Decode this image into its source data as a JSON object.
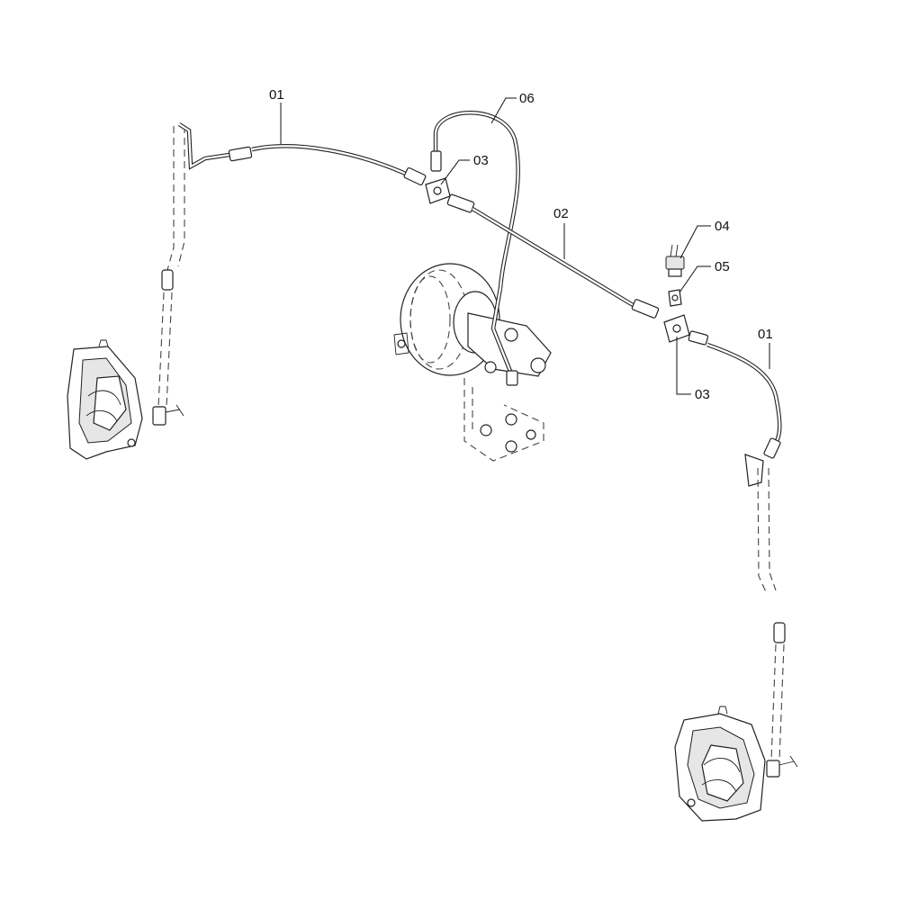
{
  "diagram": {
    "callouts": [
      {
        "id": "c01a",
        "label": "01"
      },
      {
        "id": "c06",
        "label": "06"
      },
      {
        "id": "c03a",
        "label": "03"
      },
      {
        "id": "c02",
        "label": "02"
      },
      {
        "id": "c04",
        "label": "04"
      },
      {
        "id": "c05",
        "label": "05"
      },
      {
        "id": "c01b",
        "label": "01"
      },
      {
        "id": "c03b",
        "label": "03"
      }
    ]
  }
}
